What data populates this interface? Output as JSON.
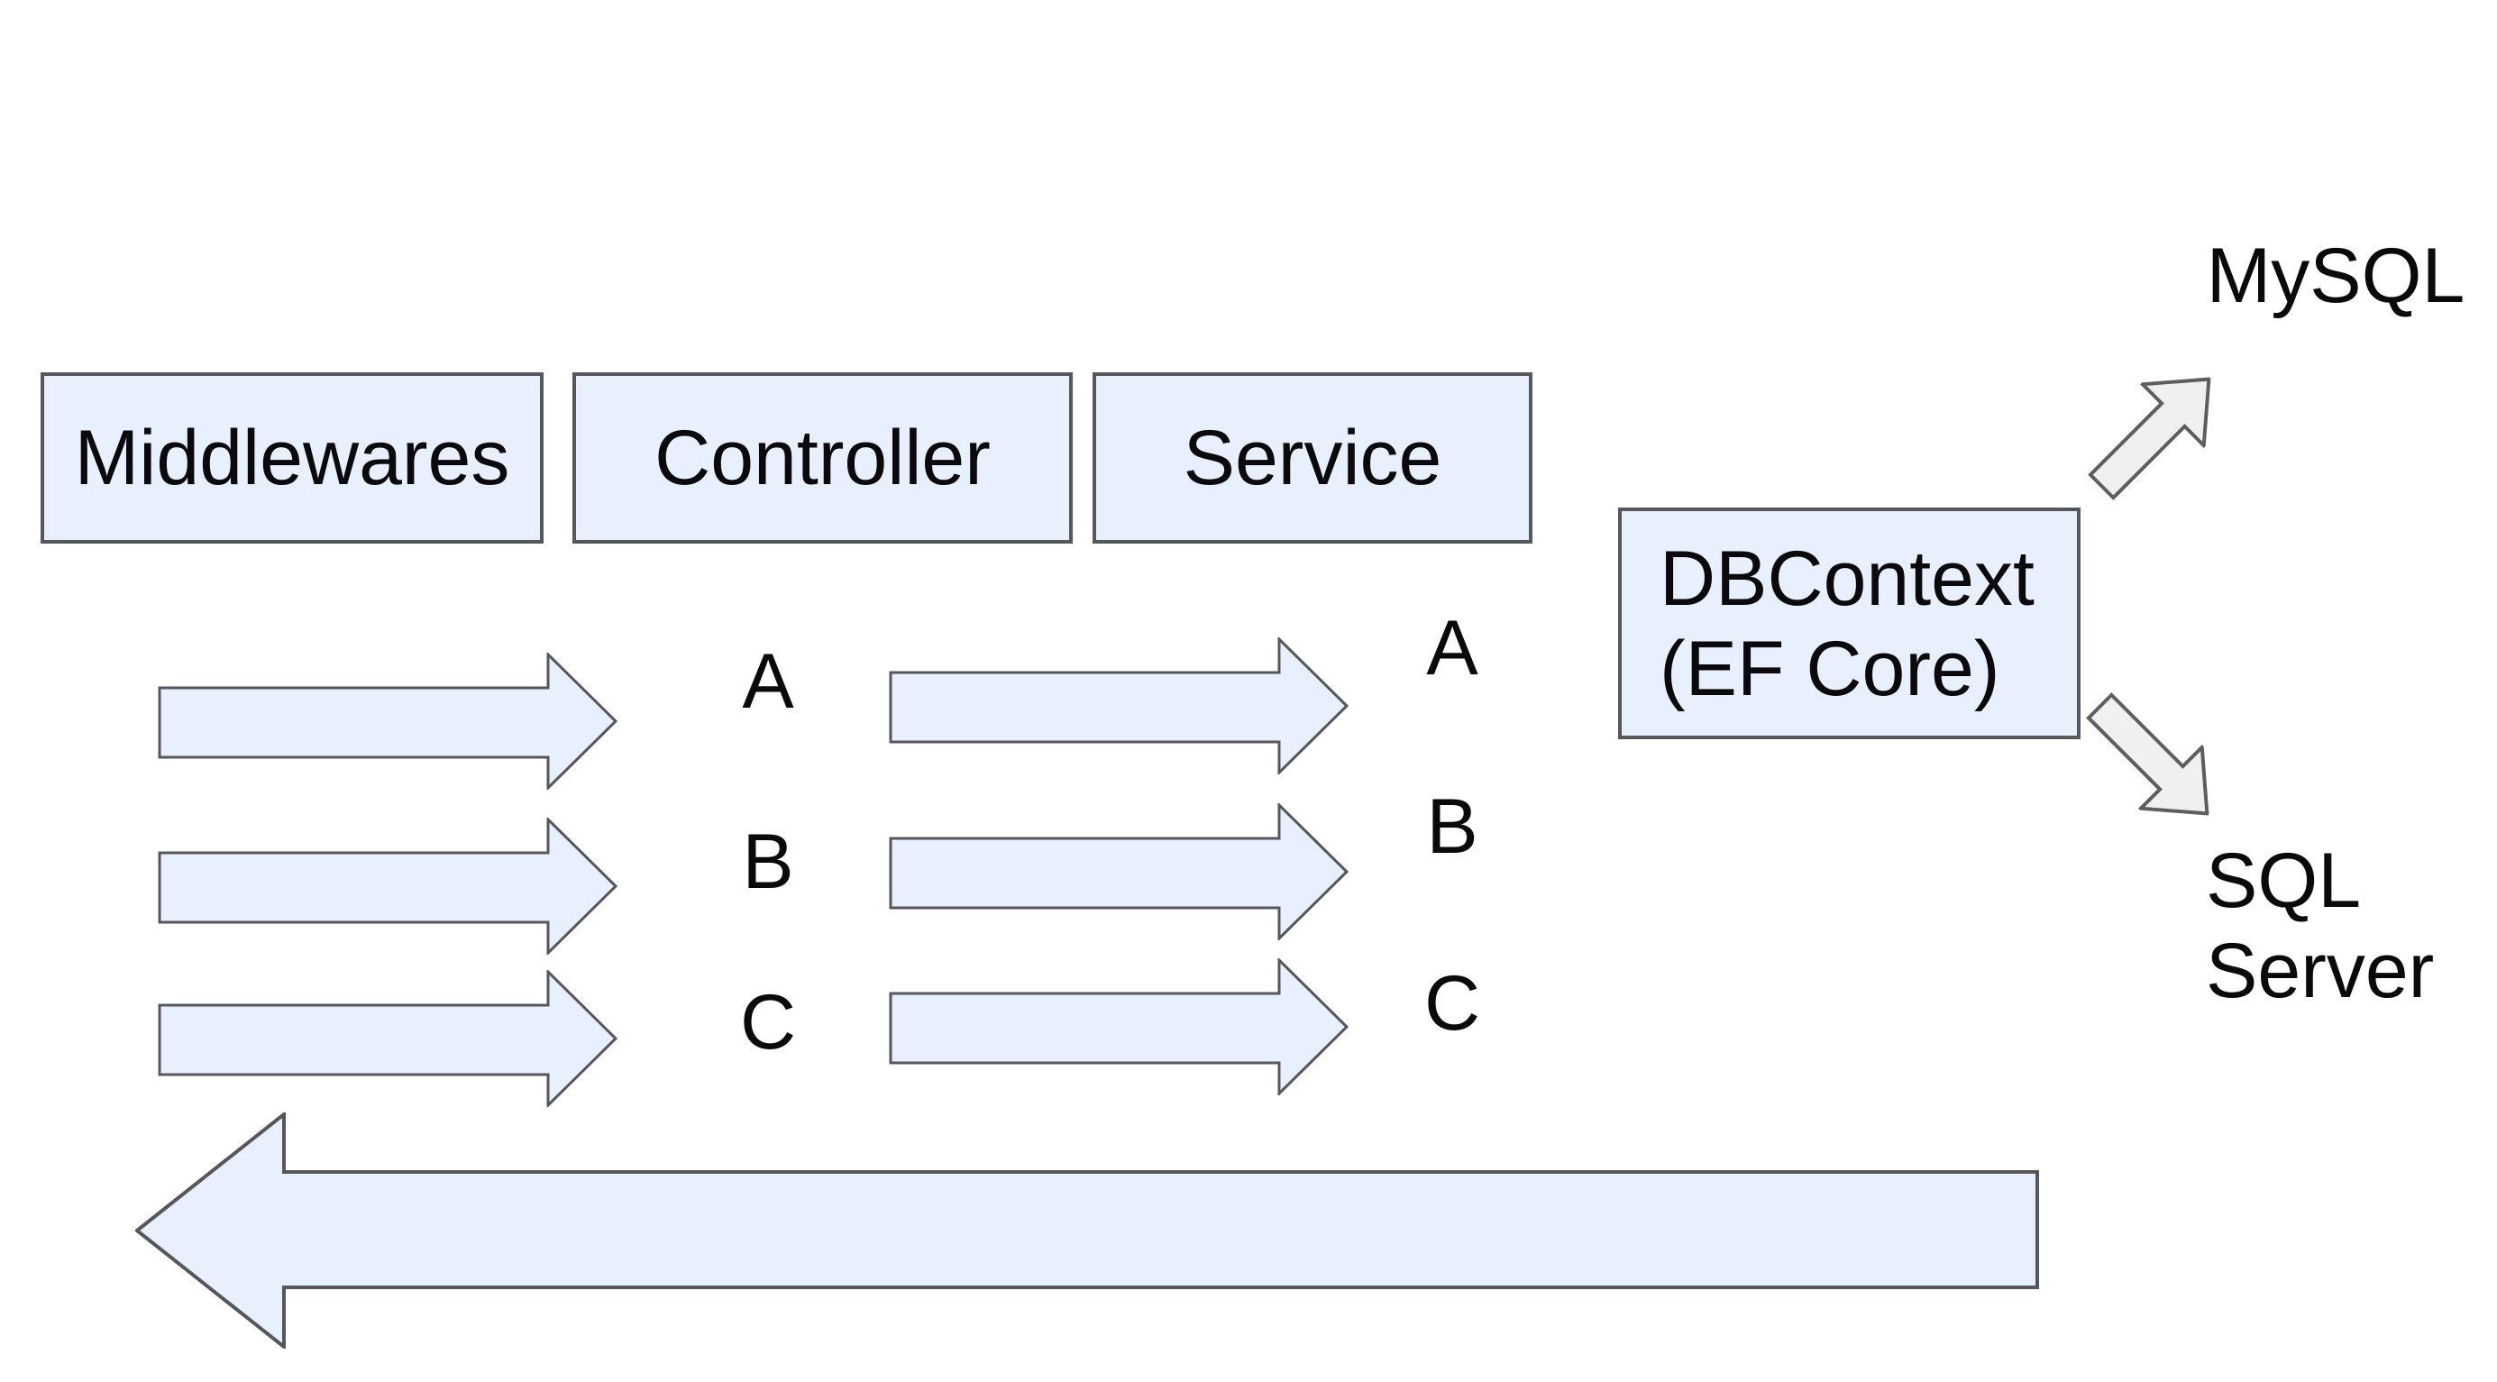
{
  "boxes": {
    "middlewares": "Middlewares",
    "controller": "Controller",
    "service": "Service",
    "dbcontext_line1": "DBContext",
    "dbcontext_line2": "(EF Core)"
  },
  "flow_labels": {
    "stage1": [
      "A",
      "B",
      "C"
    ],
    "stage2": [
      "A",
      "B",
      "C"
    ]
  },
  "databases": {
    "mysql": "MySQL",
    "sqlserver_line1": "SQL",
    "sqlserver_line2": "Server"
  },
  "colors": {
    "shape_fill": "#e9f0fd",
    "shape_border": "#55575a",
    "gray_arrow_fill": "#f0f0f0",
    "gray_arrow_border": "#5e5e5e",
    "text": "#0a0a0c",
    "background": "#ffffff"
  }
}
